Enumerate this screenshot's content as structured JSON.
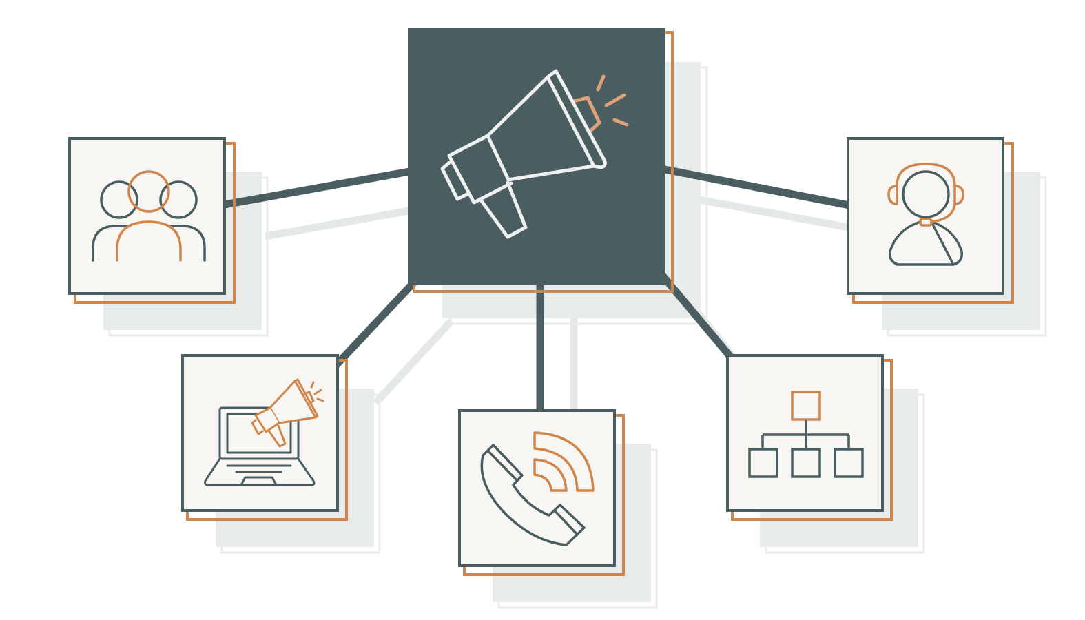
{
  "colors": {
    "background": "#ffffff",
    "slate": "#4a5d61",
    "orange": "#d0854a",
    "light_orange": "#dfa27a",
    "card_fill": "#f8f6f3",
    "shadow_fill": "#e7eceb",
    "shadow_line": "#e4e9e8",
    "icon_white": "#efefef"
  },
  "nodes": [
    {
      "id": "hub",
      "icon": "megaphone-icon",
      "role": "center"
    },
    {
      "id": "audience",
      "icon": "people-group-icon"
    },
    {
      "id": "support",
      "icon": "headset-agent-icon"
    },
    {
      "id": "online",
      "icon": "laptop-megaphone-icon"
    },
    {
      "id": "phone",
      "icon": "phone-call-icon"
    },
    {
      "id": "organization",
      "icon": "org-chart-icon"
    }
  ],
  "edges": [
    {
      "from": "hub",
      "to": "audience"
    },
    {
      "from": "hub",
      "to": "support"
    },
    {
      "from": "hub",
      "to": "online"
    },
    {
      "from": "hub",
      "to": "phone"
    },
    {
      "from": "hub",
      "to": "organization"
    }
  ]
}
